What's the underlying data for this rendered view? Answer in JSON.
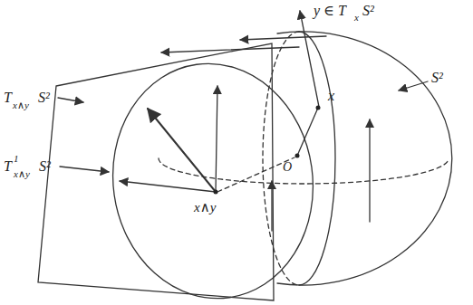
{
  "diagram": {
    "labels": [
      "y ∈ T",
      "x",
      "S²",
      "x",
      "S²",
      "O",
      "T",
      "x∧y",
      "S²",
      "T",
      "1",
      "x∧y",
      "S²",
      "x∧y"
    ]
  }
}
